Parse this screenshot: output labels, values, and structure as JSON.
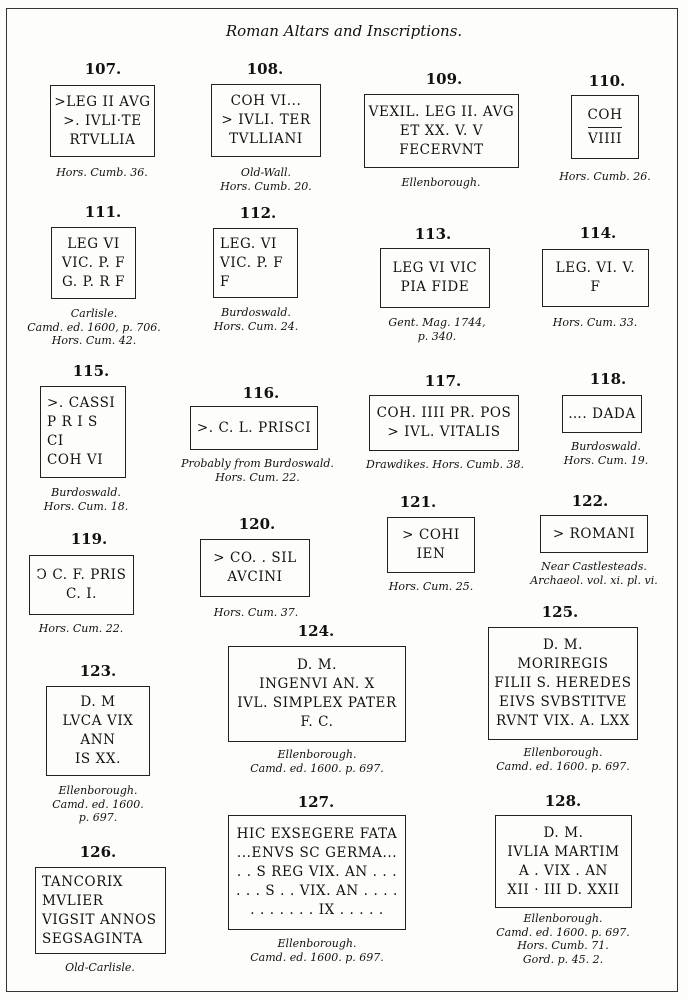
{
  "title": "Roman Altars and Inscriptions.",
  "plates": [
    {
      "num": "107.",
      "lines": [
        ">LEG II AVG",
        ">. IVLI·TE",
        "RTVLLIA"
      ],
      "caption": [
        "Hors. Cumb. 36."
      ]
    },
    {
      "num": "108.",
      "lines": [
        "COH VI...",
        "> IVLI. TER",
        "TVLLIANI"
      ],
      "caption": [
        "Old-Wall.",
        "Hors. Cumb. 20."
      ]
    },
    {
      "num": "109.",
      "lines": [
        "VEXIL. LEG II. AVG",
        "ET XX. V. V",
        "FECERVNT"
      ],
      "caption": [
        "Ellenborough."
      ]
    },
    {
      "num": "110.",
      "lines": [
        "COH",
        "VIIII"
      ],
      "caption": [
        "Hors. Cumb. 26."
      ]
    },
    {
      "num": "111.",
      "lines": [
        "LEG VI",
        "VIC. P. F",
        "G. P. R F"
      ],
      "caption": [
        "Carlisle.",
        "Camd. ed. 1600, p. 706.",
        "Hors. Cum. 42."
      ]
    },
    {
      "num": "112.",
      "lines": [
        "LEG. VI",
        "VIC. P. F",
        "F"
      ],
      "caption": [
        "Burdoswald.",
        "Hors. Cum. 24."
      ]
    },
    {
      "num": "113.",
      "lines": [
        "LEG VI VIC",
        "PIA FIDE"
      ],
      "caption": [
        "Gent. Mag. 1744,",
        "p. 340."
      ]
    },
    {
      "num": "114.",
      "lines": [
        "LEG. VI. V.",
        "F"
      ],
      "caption": [
        "Hors. Cum. 33."
      ]
    },
    {
      "num": "115.",
      "lines": [
        ">. CASSI",
        "P R I S",
        "CI",
        "COH VI"
      ],
      "caption": [
        "Burdoswald.",
        "Hors. Cum. 18."
      ]
    },
    {
      "num": "116.",
      "lines": [
        ">. C. L. PRISCI"
      ],
      "caption": [
        "Probably from Burdoswald.",
        "Hors. Cum. 22."
      ]
    },
    {
      "num": "117.",
      "lines": [
        "COH. IIII PR. POS",
        "> IVL. VITALIS"
      ],
      "caption": [
        "Drawdikes. Hors. Cumb. 38."
      ]
    },
    {
      "num": "118.",
      "lines": [
        "…. DADA"
      ],
      "caption": [
        "Burdoswald.",
        "Hors. Cum. 19."
      ]
    },
    {
      "num": "119.",
      "lines": [
        "Ↄ C. F. PRIS",
        "C. I."
      ],
      "caption": [
        "Hors. Cum. 22."
      ]
    },
    {
      "num": "120.",
      "lines": [
        "> CO. . SIL",
        "AVCINI"
      ],
      "caption": [
        "Hors. Cum. 37."
      ]
    },
    {
      "num": "121.",
      "lines": [
        "> COHI",
        "IEN"
      ],
      "caption": [
        "Hors. Cum. 25."
      ]
    },
    {
      "num": "122.",
      "lines": [
        "> ROMANI"
      ],
      "caption": [
        "Near Castlesteads.",
        "Archaeol. vol. xi. pl. vi."
      ]
    },
    {
      "num": "123.",
      "lines": [
        "D. M",
        "LVCA VIX",
        "ANN",
        "IS XX."
      ],
      "caption": [
        "Ellenborough.",
        "Camd. ed. 1600.",
        "p. 697."
      ]
    },
    {
      "num": "124.",
      "lines": [
        "D. M.",
        "INGENVI AN. X",
        "IVL. SIMPLEX PATER",
        "F. C."
      ],
      "caption": [
        "Ellenborough.",
        "Camd. ed. 1600. p. 697."
      ]
    },
    {
      "num": "125.",
      "lines": [
        "D. M.",
        "MORIREGIS",
        "FILII S. HEREDES",
        "EIVS SVBSTITVE",
        "RVNT VIX. A. LXX"
      ],
      "caption": [
        "Ellenborough.",
        "Camd. ed. 1600. p. 697."
      ]
    },
    {
      "num": "126.",
      "lines": [
        "TANCORIX",
        "MVLIER",
        "VIGSIT ANNOS",
        "SEGSAGINTA"
      ],
      "caption": [
        "Old-Carlisle."
      ]
    },
    {
      "num": "127.",
      "lines": [
        "HIC EXSEGERE FATA",
        "...ENVS SC GERMA...",
        ". . S REG VIX. AN . . .",
        ". . . S . . VIX. AN . . . .",
        ". . . . . . . IX . . . . ."
      ],
      "caption": [
        "Ellenborough.",
        "Camd. ed. 1600. p. 697."
      ]
    },
    {
      "num": "128.",
      "lines": [
        "D. M.",
        "IVLIA MARTIM",
        "A . VIX . AN",
        "XII · III D. XXII"
      ],
      "caption": [
        "Ellenborough.",
        "Camd. ed. 1600. p. 697.",
        "Hors. Cumb. 71.",
        "Gord. p. 45. 2."
      ]
    }
  ]
}
